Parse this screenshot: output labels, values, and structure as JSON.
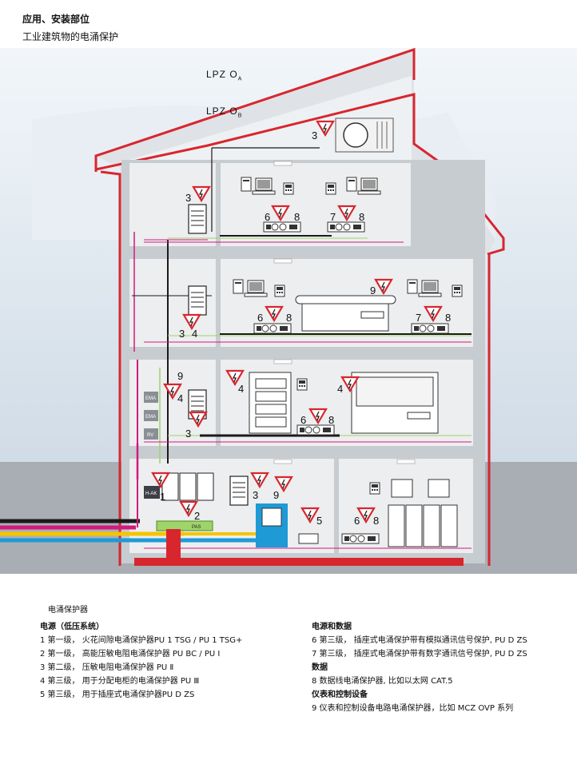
{
  "header": {
    "title": "应用、安装部位",
    "subtitle": "工业建筑物的电涌保护"
  },
  "zones": {
    "outer": "LPZ O",
    "outer_sub": "A",
    "inner": "LPZ O",
    "inner_sub": "B"
  },
  "device_labels": {
    "ema": "EMA",
    "rv": "RV",
    "hak": "H-AK",
    "pas": "PAS"
  },
  "legend": {
    "heading": "电涌保护器",
    "power_heading": "电源（低压系统）",
    "power_items": [
      "1 第一级，  火花间隙电涌保护器PU 1 TSG / PU 1 TSG+",
      "2 第一级，  高能压敏电阻电涌保护器  PU BC / PU Ⅰ",
      "3 第二级，  压敏电阻电涌保护器 PU Ⅱ",
      "4 第三级，  用于分配电柜的电涌保护器  PU Ⅲ",
      "5 第三级，  用于插座式电涌保护器PU D ZS"
    ],
    "power_data_heading": "电源和数据",
    "power_data_items": [
      "6 第三级，  插座式电涌保护带有模拟通讯信号保护, PU D ZS",
      "7 第三级，  插座式电涌保护带有数字通讯信号保护, PU D ZS"
    ],
    "data_heading": "数据",
    "data_items": [
      "8 数据线电涌保护器, 比如以太网  CAT.5"
    ],
    "control_heading": "仪表和控制设备",
    "control_items": [
      "9 仪表和控制设备电路电涌保护器，比如  MCZ OVP  系列"
    ]
  },
  "colors": {
    "lightning_protection": "#d8262e",
    "sky": "#dfe8f1",
    "ground": "#a9aeb4",
    "floor_fill": "#eceeef",
    "wall": "#c7ccd1",
    "cable_magenta": "#d21a7d",
    "cable_yellow": "#f6c400",
    "cable_blue": "#1e9ad6",
    "cable_black": "#1a1a1a"
  }
}
